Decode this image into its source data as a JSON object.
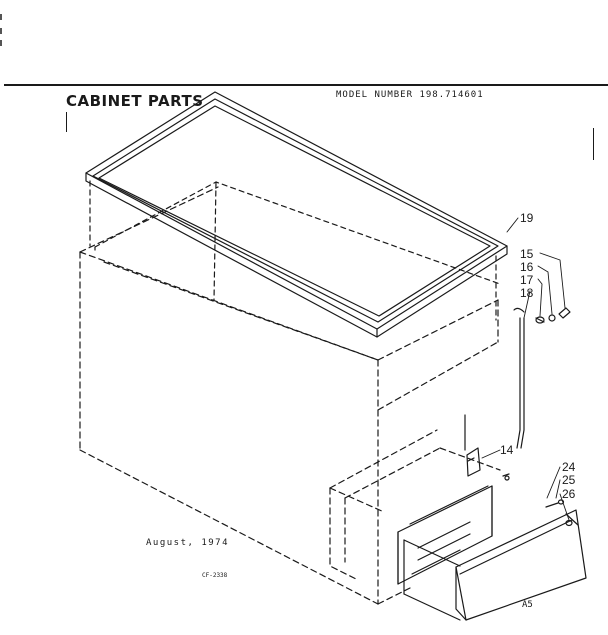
{
  "header": {
    "section_title": "CABINET PARTS",
    "model_number": "MODEL NUMBER 198.714601"
  },
  "footer": {
    "date": "August, 1974",
    "document_code": "CF-2338",
    "corner_code": "A5"
  },
  "callouts": [
    {
      "id": "part-19",
      "label": "19"
    },
    {
      "id": "part-15",
      "label": "15"
    },
    {
      "id": "part-16",
      "label": "16"
    },
    {
      "id": "part-17",
      "label": "17"
    },
    {
      "id": "part-18",
      "label": "18"
    },
    {
      "id": "part-14",
      "label": "14"
    },
    {
      "id": "part-24",
      "label": "24"
    },
    {
      "id": "part-25",
      "label": "25"
    },
    {
      "id": "part-26",
      "label": "26"
    }
  ]
}
